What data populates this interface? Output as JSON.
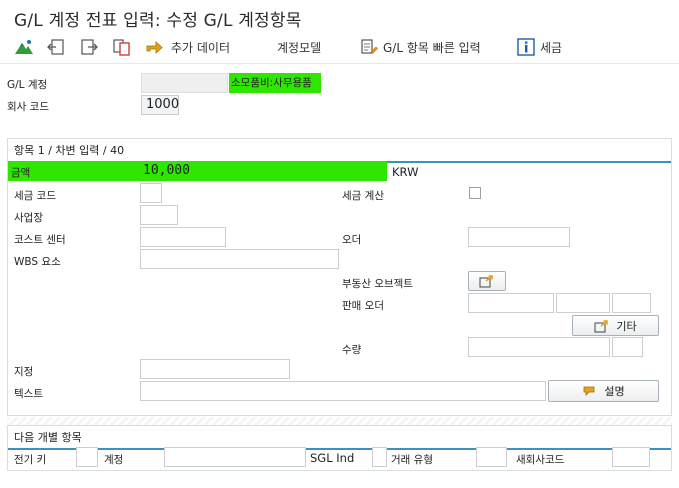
{
  "window": {
    "title": "G/L 계정 전표 입력: 수정 G/L 계정항목"
  },
  "toolbar": {
    "add_data": "추가 데이터",
    "account_model": "계정모델",
    "gl_fast_entry": "G/L 항목 빠른 입력",
    "tax": "세금"
  },
  "header": {
    "gl_account_label": "G/L 계정",
    "gl_account_desc": "소모품비:사무용품",
    "company_code_label": "회사 코드",
    "company_code_value": "1000"
  },
  "item": {
    "section_title": "항목 1 / 차변 입력 / 40",
    "amount_label": "금액",
    "amount_value": "10,000",
    "currency": "KRW",
    "tax_code_label": "세금 코드",
    "calc_tax_label": "세금 계산",
    "business_area_label": "사업장",
    "cost_center_label": "코스트 센터",
    "order_label": "오더",
    "wbs_label": "WBS 요소",
    "real_estate_label": "부동산 오브젝트",
    "sales_order_label": "판매 오더",
    "more_button": "기타",
    "quantity_label": "수량",
    "assignment_label": "지정",
    "text_label": "텍스트",
    "long_text_button": "설명"
  },
  "next_item": {
    "section_title": "다음 개별 항목",
    "posting_key_label": "전기 키",
    "account_label": "계정",
    "sgl_ind_label": "SGL Ind",
    "trans_type_label": "거래 유형",
    "new_company_label": "새회사코드"
  },
  "colors": {
    "accent": "#3b91c4",
    "highlight": "#2ee600"
  },
  "icons": [
    "mountain-icon",
    "back-doc-icon",
    "forward-doc-icon",
    "copy-doc-icon",
    "arrow-add-icon",
    "doc-edit-icon",
    "info-icon",
    "open-doc-icon",
    "pencil-icon"
  ]
}
